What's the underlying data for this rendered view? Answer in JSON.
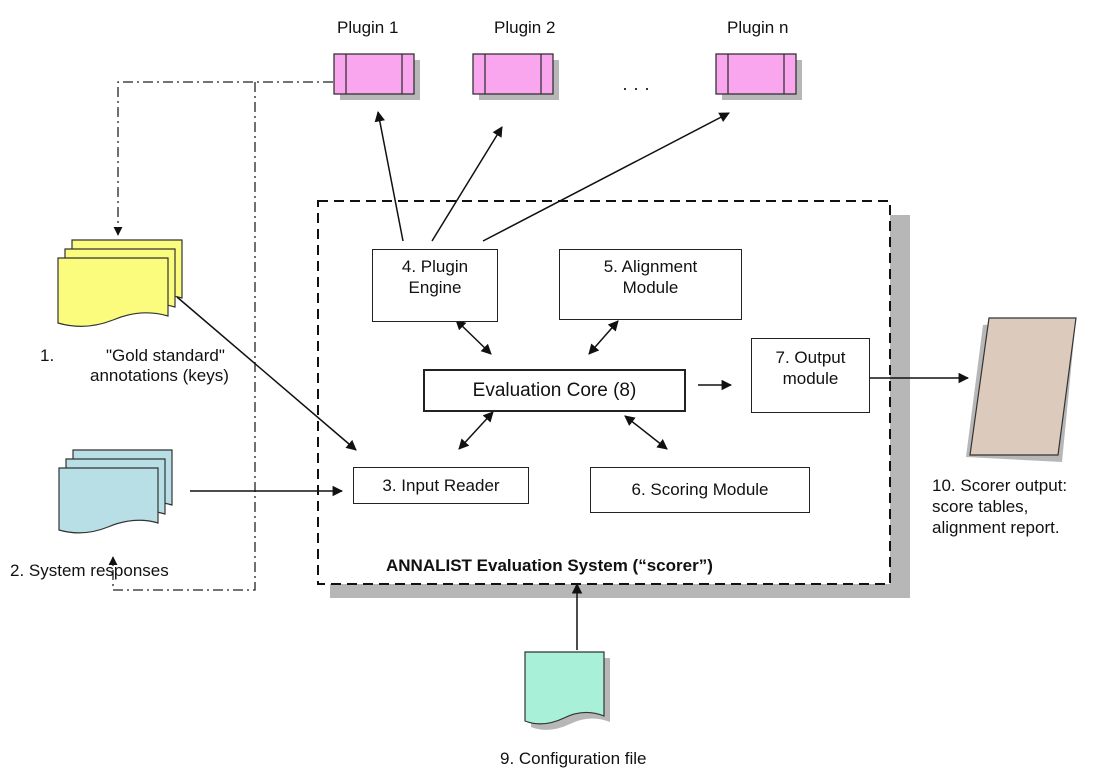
{
  "plugins": {
    "p1": "Plugin 1",
    "p2": "Plugin 2",
    "pn": "Plugin n",
    "ellipsis": "· · ·"
  },
  "modules": {
    "plugin_engine": [
      "4. Plugin",
      "Engine"
    ],
    "alignment": [
      "5. Alignment",
      "Module"
    ],
    "evaluation_core": "Evaluation Core (8)",
    "output": [
      "7. Output",
      "module"
    ],
    "input_reader": "3. Input Reader",
    "scoring": "6. Scoring Module"
  },
  "system_title": "ANNALIST Evaluation System (“scorer”)",
  "inputs": {
    "gold_num": "1.",
    "gold_line1": "\"Gold standard\"",
    "gold_line2": "annotations (keys)",
    "responses": "2. System responses",
    "config": "9. Configuration file"
  },
  "output": {
    "line1": "10. Scorer output:",
    "line2": "score tables,",
    "line3": "alignment report."
  },
  "colors": {
    "plugin_fill": "#f9a6ef",
    "gold_fill": "#fbfb7e",
    "responses_fill": "#b9dfe6",
    "config_fill": "#a8f0d8",
    "output_fill": "#dccbbd",
    "shadow": "#b7b7b7"
  }
}
